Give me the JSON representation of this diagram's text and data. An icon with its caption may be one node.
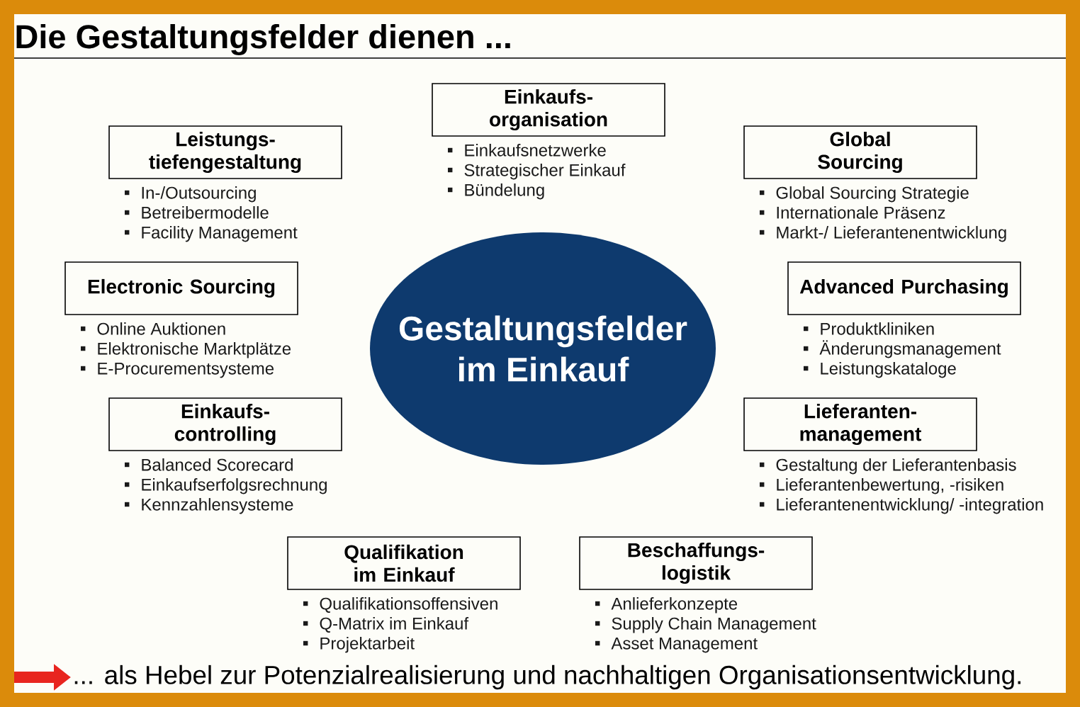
{
  "diagram": {
    "title": "Die Gestaltungsfelder dienen ...",
    "nodes": [
      {
        "text": [
          "Einkaufs- organisation"
        ],
        "beside": [
          "Einkaufsnetzwerke",
          "Strategischer Einkauf",
          "Bündelung"
        ]
      },
      {
        "text": [
          "Leistungs- tiefengestaltung"
        ],
        "beside": [
          "In-/Outsourcing",
          "Betreibermodelle",
          "Facility Management"
        ]
      },
      {
        "text": [
          "Global Sourcing"
        ],
        "beside": [
          "Global Sourcing Strategie",
          "Internationale Präsenz",
          "Markt-/ Lieferantenentwicklung"
        ]
      },
      {
        "text": [
          "Gestaltungsfelder im Einkauf"
        ]
      },
      {
        "text": [
          "Electronic Sourcing"
        ],
        "beside": [
          "Online Auktionen",
          "Elektronische Marktplätze",
          "E-Procurementsysteme"
        ]
      },
      {
        "text": [
          "Advanced Purchasing"
        ],
        "beside": [
          "Produktkliniken",
          "Änderungsmanagement",
          "Leistungskataloge"
        ]
      },
      {
        "text": [
          "Einkaufs- controlling"
        ],
        "beside": [
          "Balanced Scorecard",
          "Einkaufserfolgsrechnung",
          "Kennzahlensysteme"
        ]
      },
      {
        "text": [
          "Lieferanten- management"
        ],
        "beside": [
          "Gestaltung der Lieferantenbasis",
          "Lieferantenbewertung, -risiken",
          "Lieferantenentwicklung/ -integration"
        ]
      },
      {
        "text": [
          "Qualifikation im Einkauf"
        ],
        "beside": [
          "Qualifikationsoffensiven",
          "Q-Matrix im Einkauf",
          "Projektarbeit"
        ]
      },
      {
        "text": [
          "Beschaffungs- logistik"
        ],
        "beside": [
          "Anlieferkonzepte",
          "Supply Chain Management",
          "Asset Management"
        ]
      },
      {
        "text": [
          "... als Hebel zur Potenzialrealisierung und nachhaltigen Organisationsentwicklung."
        ]
      }
    ],
    "edges": [
      {
        "from": null,
        "to": 10,
        "arrow": "to",
        "color": "#e8251f"
      }
    ]
  }
}
